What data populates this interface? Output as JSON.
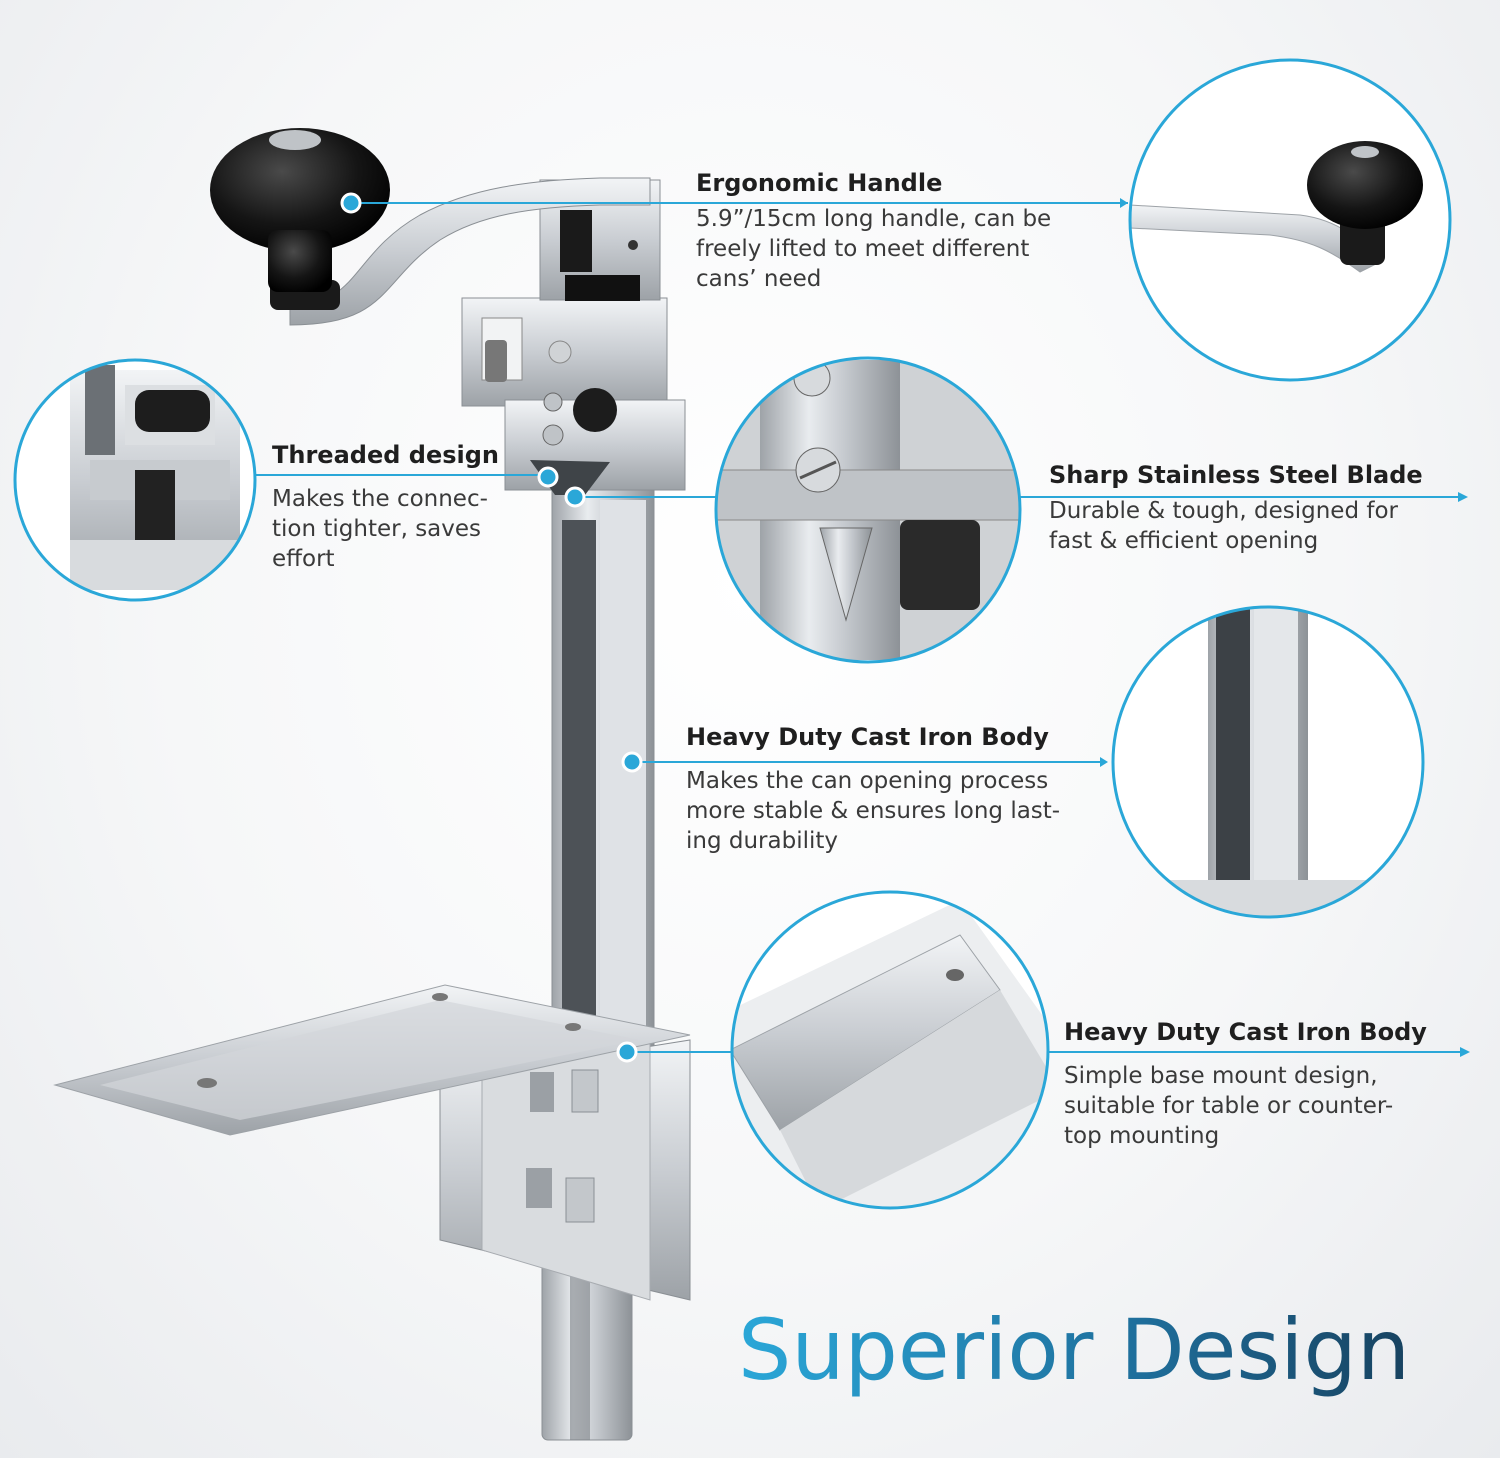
{
  "headline": "Superior Design",
  "accent_color": "#2aa7d8",
  "callouts": {
    "handle": {
      "title": "Ergonomic Handle",
      "desc": "5.9”/15cm long handle, can be\nfreely lifted to meet different\ncans’ need"
    },
    "threaded": {
      "title": "Threaded design",
      "desc": "Makes the connec-\ntion tighter, saves\neffort"
    },
    "blade": {
      "title": "Sharp Stainless Steel Blade",
      "desc": "Durable & tough, designed for\nfast & efficient opening"
    },
    "body": {
      "title": "Heavy Duty Cast Iron Body",
      "desc": "Makes the can opening process\nmore stable & ensures long last-\ning durability"
    },
    "base": {
      "title": "Heavy Duty Cast Iron Body",
      "desc": "Simple base mount design,\nsuitable for table or counter-\ntop mounting"
    }
  }
}
